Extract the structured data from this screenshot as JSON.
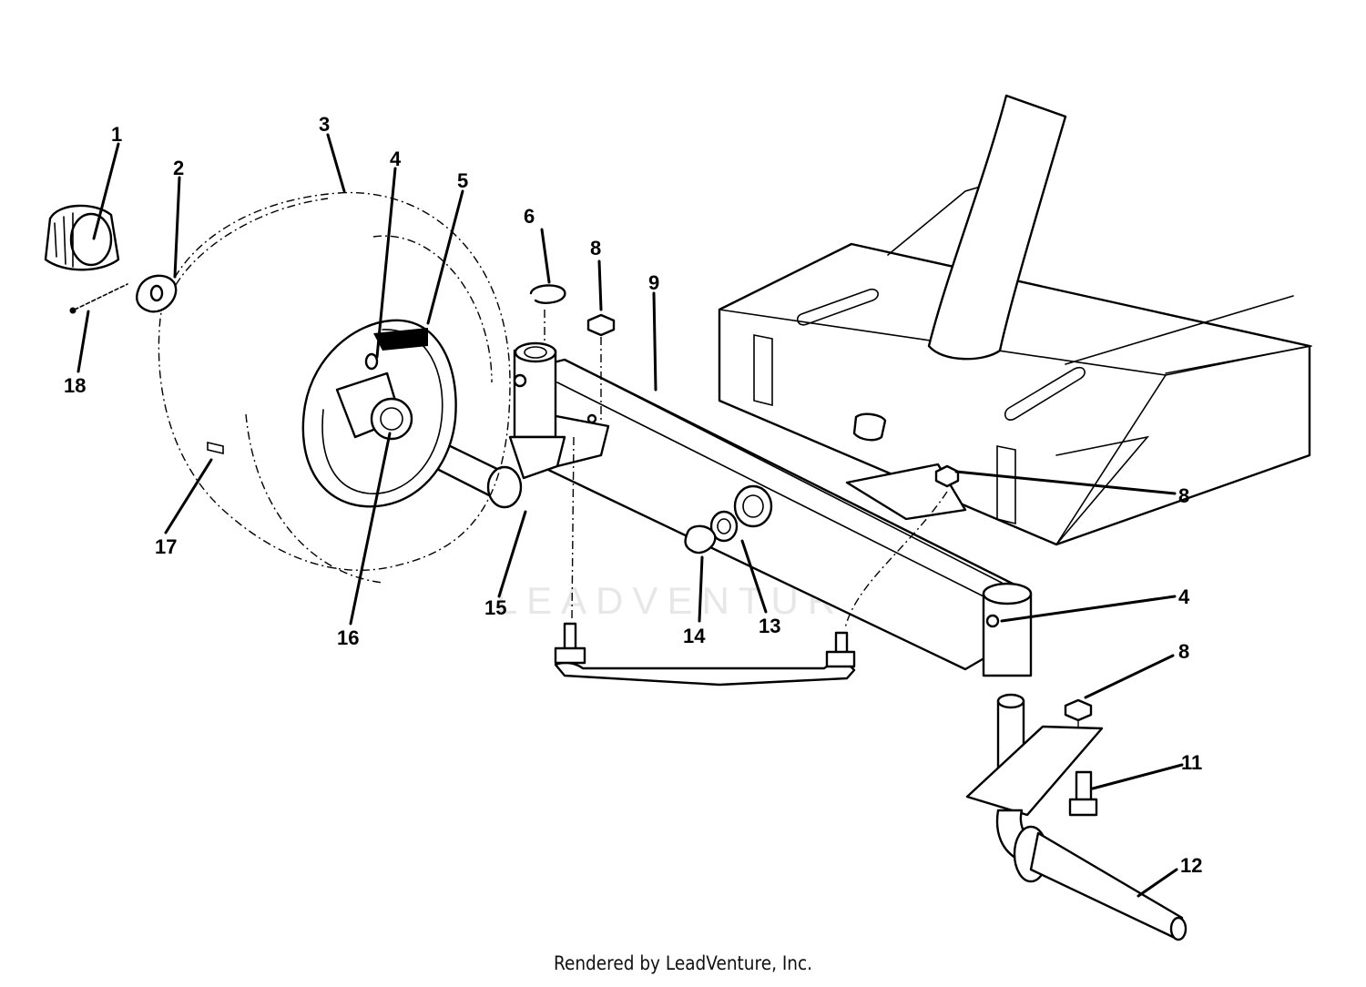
{
  "diagram": {
    "callouts": [
      {
        "id": "c1",
        "label": "1"
      },
      {
        "id": "c2",
        "label": "2"
      },
      {
        "id": "c3",
        "label": "3"
      },
      {
        "id": "c4a",
        "label": "4"
      },
      {
        "id": "c5",
        "label": "5"
      },
      {
        "id": "c6",
        "label": "6"
      },
      {
        "id": "c8a",
        "label": "8"
      },
      {
        "id": "c9",
        "label": "9"
      },
      {
        "id": "c18",
        "label": "18"
      },
      {
        "id": "c8b",
        "label": "8"
      },
      {
        "id": "c17",
        "label": "17"
      },
      {
        "id": "c15",
        "label": "15"
      },
      {
        "id": "c16",
        "label": "16"
      },
      {
        "id": "c14",
        "label": "14"
      },
      {
        "id": "c13",
        "label": "13"
      },
      {
        "id": "c4b",
        "label": "4"
      },
      {
        "id": "c8c",
        "label": "8"
      },
      {
        "id": "c11",
        "label": "11"
      },
      {
        "id": "c12",
        "label": "12"
      }
    ]
  },
  "footer": {
    "text": "Rendered by LeadVenture, Inc."
  },
  "watermark": {
    "text": "LEADVENTURE"
  }
}
